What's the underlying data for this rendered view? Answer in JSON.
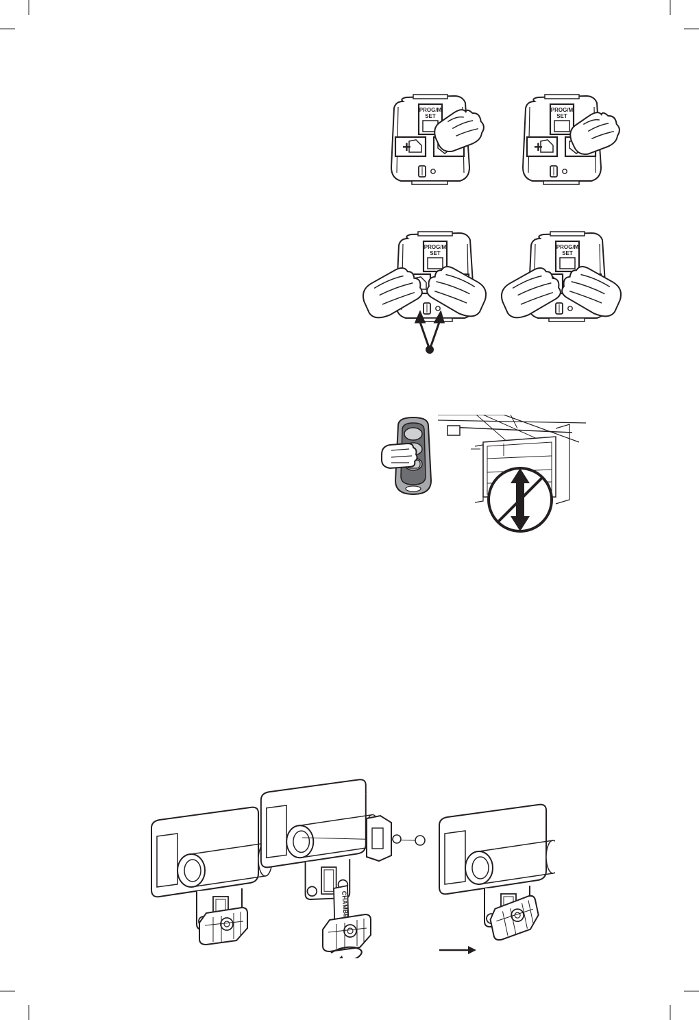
{
  "panel": {
    "prog_label_line1": "PROG/M",
    "prog_label_line2": "SET"
  },
  "bracket": {
    "tab_label": "CHAMBERLAIN"
  },
  "colors": {
    "ink": "#231f20",
    "remote_gray": "#a7a9ac",
    "remote_dark": "#6d6e71",
    "button_gray": "#cfd0d2"
  }
}
